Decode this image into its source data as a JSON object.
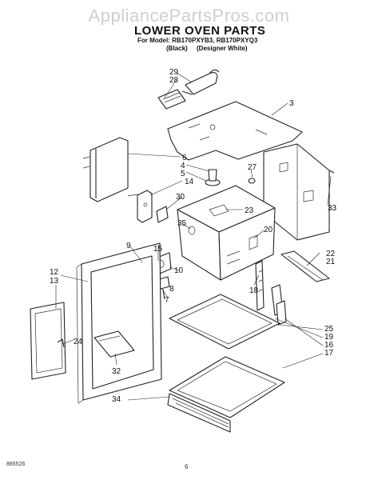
{
  "watermark": "AppliancePartsPros.com",
  "title": "LOWER OVEN PARTS",
  "model_line": "For Model: RB170PXYB3, RB170PXYQ3",
  "variants": [
    "(Black)",
    "(Designer White)"
  ],
  "footer_code": "885526",
  "page_number": "6",
  "callouts": [
    "29",
    "28",
    "3",
    "6",
    "27",
    "4",
    "5",
    "14",
    "30",
    "23",
    "33",
    "35",
    "20",
    "9",
    "15",
    "22",
    "21",
    "10",
    "12",
    "13",
    "8",
    "7",
    "18",
    "25",
    "19",
    "16",
    "17",
    "24",
    "32",
    "34"
  ]
}
